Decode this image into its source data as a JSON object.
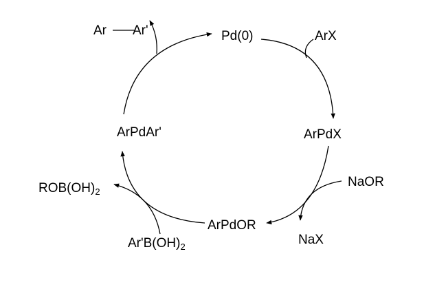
{
  "species": {
    "pd0": "Pd(0)",
    "arpdx": "ArPdX",
    "arpdor": "ArPdOR",
    "arpdar": "ArPdAr'"
  },
  "reagents": {
    "arx": "ArX",
    "naor": "NaOR",
    "arb_main": "Ar'B(OH)",
    "arb_sub": "2"
  },
  "byproducts": {
    "nax": "NaX",
    "rob_main": "ROB(OH)",
    "rob_sub": "2",
    "product_left": "Ar",
    "product_right": "Ar'"
  },
  "colors": {
    "ink": "#000000",
    "background": "#ffffff"
  }
}
